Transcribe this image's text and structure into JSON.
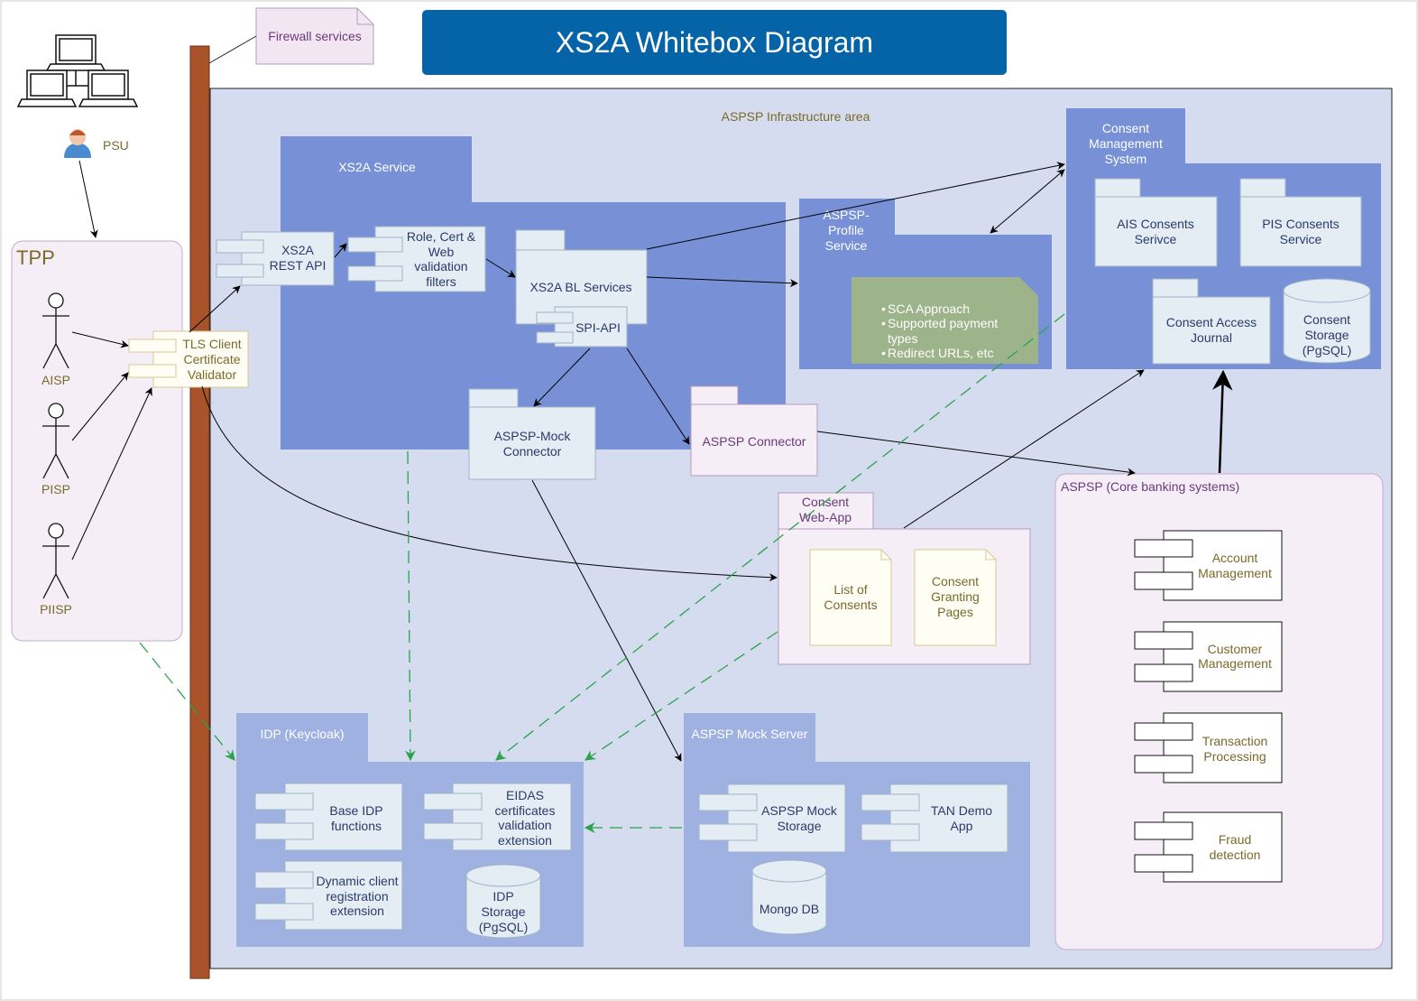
{
  "title": "XS2A Whitebox Diagram",
  "firewall": "Firewall services",
  "infra_area": "ASPSP Infrastructure area",
  "psu": "PSU",
  "tpp": {
    "title": "TPP",
    "actors": [
      "AISP",
      "PISP",
      "PIISP"
    ],
    "tls": [
      "TLS Client",
      "Certificate",
      "Validator"
    ]
  },
  "xs2a": {
    "title": "XS2A Service",
    "rest_api": [
      "XS2A",
      "REST API"
    ],
    "filters": [
      "Role, Cert &",
      "Web",
      "validation",
      "filters"
    ],
    "bl_services": "XS2A BL Services",
    "spi_api": "SPI-API",
    "mock_connector": [
      "ASPSP-Mock",
      "Connector"
    ],
    "connector": "ASPSP Connector"
  },
  "profile": {
    "title": [
      "ASPSP-",
      "Profile",
      "Service"
    ],
    "note": [
      "SCA Approach",
      "Supported payment",
      "types",
      "Redirect URLs, etc"
    ]
  },
  "cms": {
    "title": [
      "Consent",
      "Management",
      "System"
    ],
    "ais": [
      "AIS Consents",
      "Serivce"
    ],
    "pis": [
      "PIS Consents",
      "Service"
    ],
    "journal": [
      "Consent Access",
      "Journal"
    ],
    "storage": [
      "Consent",
      "Storage",
      "(PgSQL)"
    ]
  },
  "webapp": {
    "title": [
      "Consent",
      "Web-App"
    ],
    "list": [
      "List of",
      "Consents"
    ],
    "granting": [
      "Consent",
      "Granting",
      "Pages"
    ]
  },
  "core": {
    "title": "ASPSP (Core banking systems)",
    "items": [
      [
        "Account",
        "Management"
      ],
      [
        "Customer",
        "Management"
      ],
      [
        "Transaction",
        "Processing"
      ],
      [
        "Fraud",
        "detection"
      ]
    ]
  },
  "idp": {
    "title": "IDP (Keycloak)",
    "base": [
      "Base IDP",
      "functions"
    ],
    "eidas": [
      "EIDAS",
      "certificates",
      "validation",
      "extension"
    ],
    "dynamic": [
      "Dynamic client",
      "registration",
      "extension"
    ],
    "storage": [
      "IDP",
      "Storage",
      "(PgSQL)"
    ]
  },
  "mock_server": {
    "title": "ASPSP Mock Server",
    "storage": [
      "ASPSP Mock",
      "Storage"
    ],
    "tan": [
      "TAN Demo",
      "App"
    ],
    "mongo": "Mongo DB"
  },
  "colors": {
    "title_bg": "#0563a7",
    "infra_bg": "#d6dcef",
    "container": "#7891d6",
    "container_light": "#9fb1e0",
    "component": "#e4edf3",
    "note_green": "#9db38a",
    "purple_bg": "#f5eef6",
    "firewall": "#a9532a",
    "arrow_green": "#2aa34a"
  }
}
